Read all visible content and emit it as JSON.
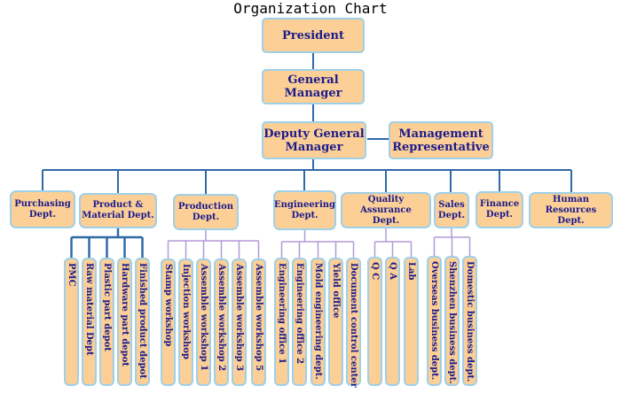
{
  "title": "Organization Chart",
  "president": "President",
  "general_manager": "General Manager",
  "deputy_general_manager": [
    "Deputy General",
    "Manager"
  ],
  "management_representative": [
    "Management",
    "Representative"
  ],
  "departments": [
    {
      "lines": [
        "Purchasing",
        "Dept."
      ],
      "units": []
    },
    {
      "lines": [
        "Product &",
        "Material Dept."
      ],
      "units": [
        "PMC",
        "Raw material Dept",
        "Plastic part depot",
        "Hardware part depot",
        "Finished product depot"
      ]
    },
    {
      "lines": [
        "Production",
        "Dept."
      ],
      "units": [
        "Stamp workshop",
        "Injection workshop",
        "Assemble workshop 1",
        "Assemble workshop 2",
        "Assemble workshop 3",
        "Assemble workshop 5"
      ]
    },
    {
      "lines": [
        "Engineering",
        "Dept."
      ],
      "units": [
        "Engineering office 1",
        "Engineering office 2",
        "Mold engineering dept.",
        "Yield office",
        "Document control center"
      ]
    },
    {
      "lines": [
        "Quality Assurance",
        "Dept."
      ],
      "units": [
        "Q C",
        "Q A",
        "Lab"
      ]
    },
    {
      "lines": [
        "Sales",
        "Dept."
      ],
      "units": [
        "Overseas business dept.",
        "Shenzhen business dept.",
        "Domestic business dept."
      ]
    },
    {
      "lines": [
        "Finance",
        "Dept."
      ],
      "units": []
    },
    {
      "lines": [
        "Human Resources",
        "Dept."
      ],
      "units": []
    }
  ]
}
